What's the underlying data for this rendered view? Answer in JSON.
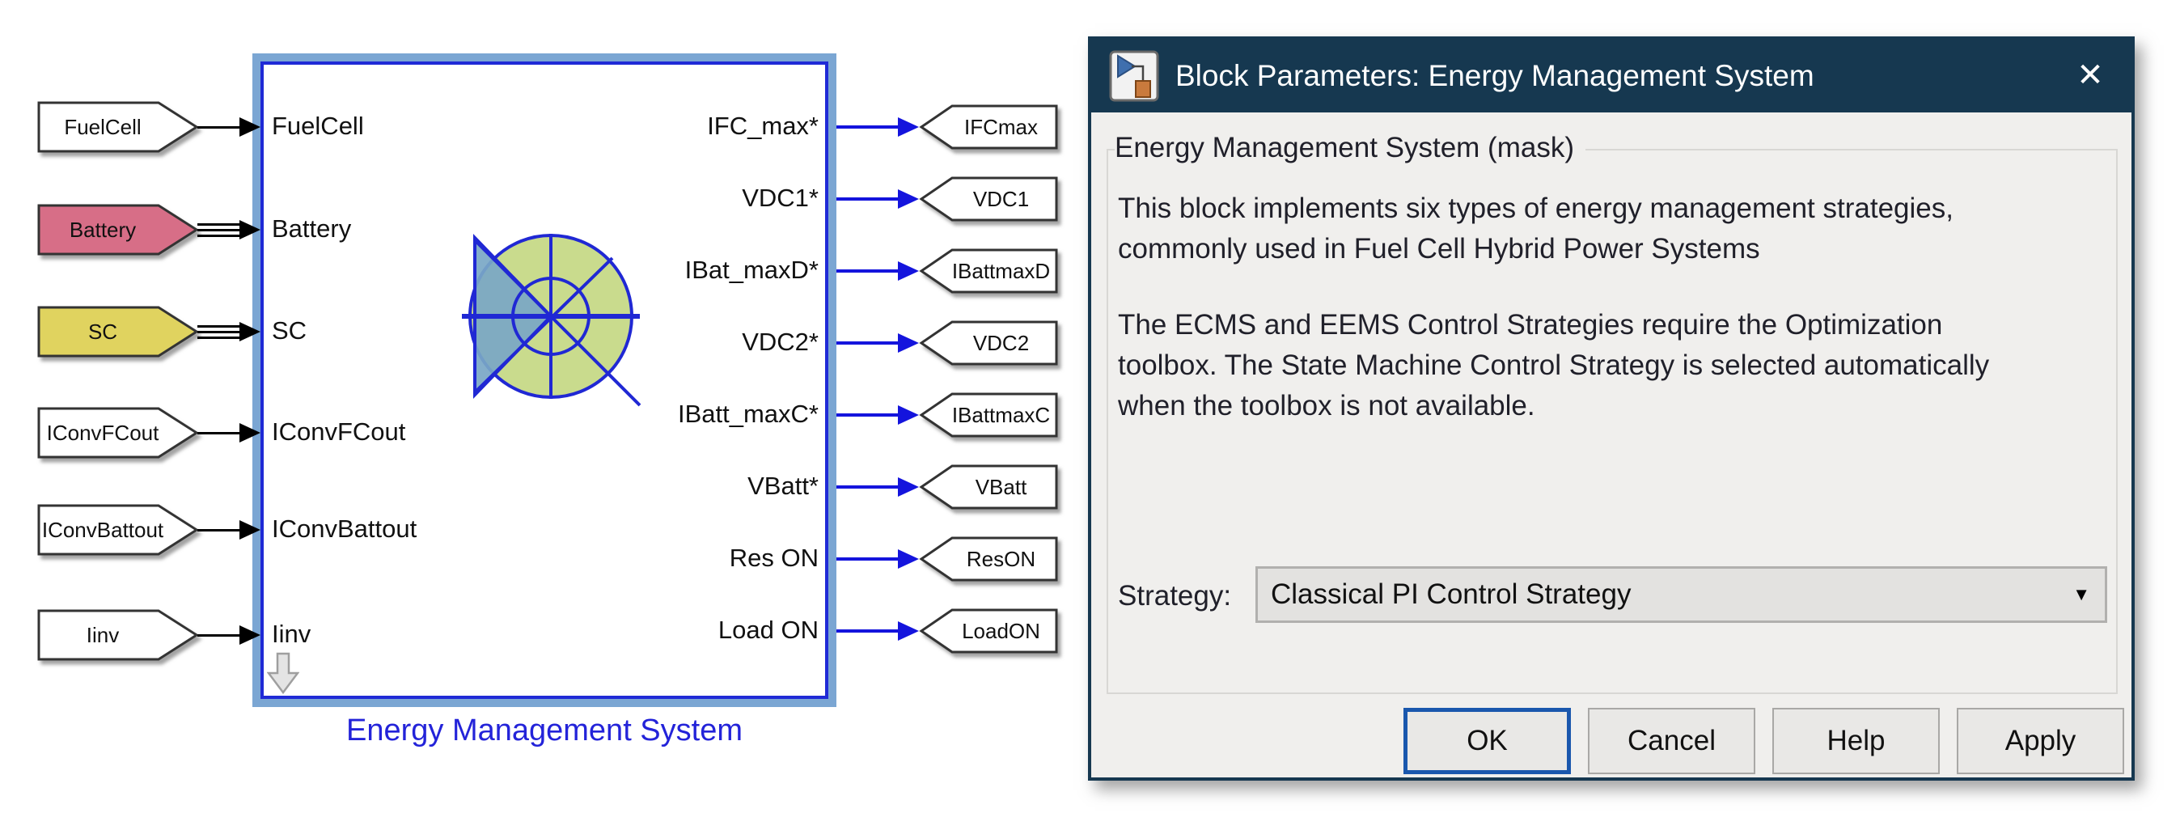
{
  "diagram": {
    "block_title": "Energy Management System",
    "inputs": [
      {
        "tag": "FuelCell",
        "port": "FuelCell"
      },
      {
        "tag": "Battery",
        "port": "Battery"
      },
      {
        "tag": "SC",
        "port": "SC"
      },
      {
        "tag": "IConvFCout",
        "port": "IConvFCout"
      },
      {
        "tag": "IConvBattout",
        "port": "IConvBattout"
      },
      {
        "tag": "Iinv",
        "port": "Iinv"
      }
    ],
    "outputs": [
      {
        "port": "IFC_max*",
        "tag": "IFCmax"
      },
      {
        "port": "VDC1*",
        "tag": "VDC1"
      },
      {
        "port": "IBat_maxD*",
        "tag": "IBattmaxD"
      },
      {
        "port": "VDC2*",
        "tag": "VDC2"
      },
      {
        "port": "IBatt_maxC*",
        "tag": "IBattmaxC"
      },
      {
        "port": "VBatt*",
        "tag": "VBatt"
      },
      {
        "port": "Res ON",
        "tag": "ResON"
      },
      {
        "port": "Load ON",
        "tag": "LoadON"
      }
    ],
    "colors": {
      "block_border": "#1f2ad6",
      "selection_halo": "#7ba6d3",
      "signal_blue": "#1414dd",
      "battery_tag_fill": "#d76e87",
      "sc_tag_fill": "#e0d35f",
      "logo_green": "#c9db8d",
      "logo_blue": "#79a7c6",
      "caption_blue": "#2323d9"
    }
  },
  "dialog": {
    "title": "Block Parameters: Energy Management System",
    "close_glyph": "✕",
    "titlebar_color": "#163850",
    "mask_heading": "Energy Management System (mask)",
    "description_lines": [
      "This block implements six types of energy management strategies,",
      "commonly used in Fuel Cell Hybrid Power Systems"
    ],
    "note_lines": [
      "The ECMS and EEMS Control Strategies require the Optimization",
      "toolbox. The State Machine Control Strategy is selected automatically",
      "when the toolbox is not available."
    ],
    "strategy_label": "Strategy:",
    "strategy_value": "Classical PI Control Strategy",
    "dropdown_caret": "▼",
    "buttons": {
      "ok": "OK",
      "cancel": "Cancel",
      "help": "Help",
      "apply": "Apply"
    }
  }
}
